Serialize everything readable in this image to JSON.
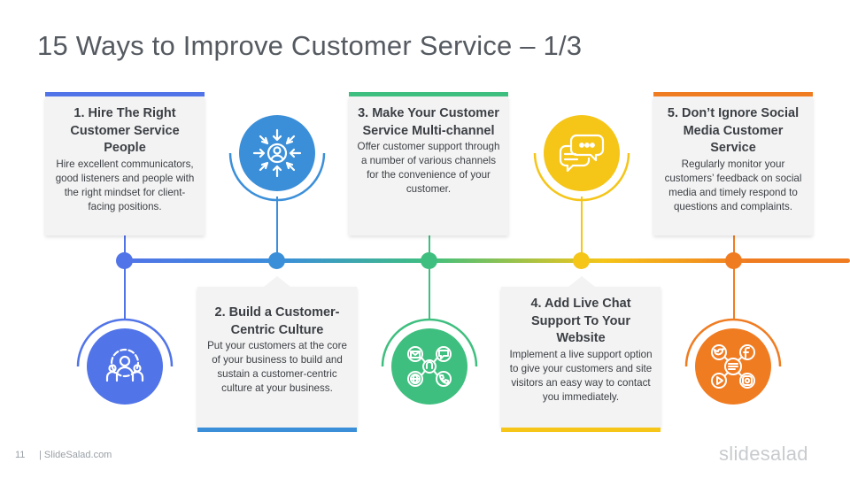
{
  "slide": {
    "title": "15 Ways to Improve Customer Service – 1/3",
    "page_number": "11",
    "brand": "| SlideSalad.com",
    "logo_text": "slidesalad"
  },
  "colors": {
    "blue": "#5174e8",
    "sky": "#3b8fd9",
    "green": "#3fbf7f",
    "yellow": "#f5c518",
    "orange": "#f07c22"
  },
  "items": [
    {
      "title": "1. Hire The Right Customer Service People",
      "desc": "Hire excellent communicators, good listeners and people with the right mindset for client-facing positions.",
      "icon": "team-gear-icon"
    },
    {
      "title": "2. Build a Customer-Centric Culture",
      "desc": "Put your customers at the core of your business to build and sustain a customer-centric culture at your business.",
      "icon": "customer-focus-icon"
    },
    {
      "title": "3. Make Your Customer Service Multi-channel",
      "desc": "Offer customer support through a number of various channels for the convenience of your customer.",
      "icon": "multichannel-icon"
    },
    {
      "title": "4. Add Live Chat Support To Your Website",
      "desc": "Implement a live support option to give your customers and site visitors an easy way to contact you immediately.",
      "icon": "chat-bubbles-icon"
    },
    {
      "title": "5. Don’t Ignore Social Media Customer Service",
      "desc": "Regularly monitor your customers’ feedback on social media and timely respond to questions and complaints.",
      "icon": "social-media-icon"
    }
  ]
}
